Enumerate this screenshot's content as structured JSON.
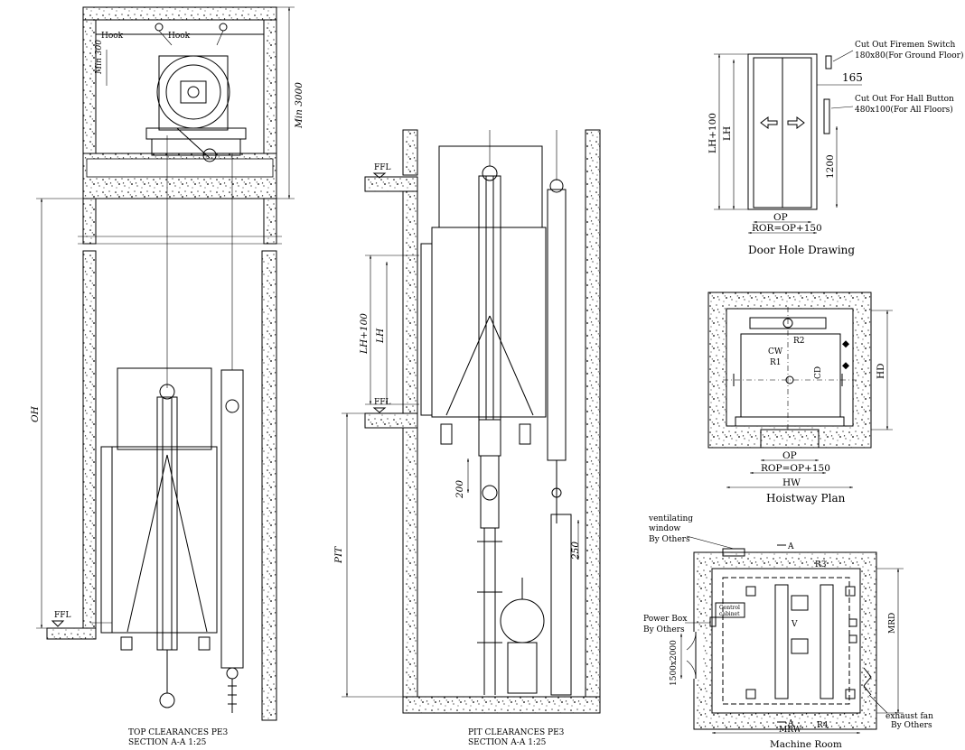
{
  "drawing_labels": {
    "top_clearances_title": "TOP CLEARANCES PE3",
    "top_section": "SECTION A-A 1:25",
    "pit_clearances_title": "PIT CLEARANCES PE3",
    "pit_section": "SECTION A-A 1:25",
    "hook_left": "Hook",
    "hook_right": "Hook",
    "min_300": "Min 300",
    "min_3000": "Min 3000",
    "oh": "OH",
    "ffl_top": "FFL",
    "ffl_pit_upper": "FFL",
    "ffl_pit_lower": "FFL",
    "lh_plus_100_pit": "LH+100",
    "lh_pit": "LH",
    "pit": "PIT",
    "dim_200": "200",
    "dim_250": "250"
  },
  "door_hole": {
    "title": "Door Hole Drawing",
    "fireman_switch_line1": "Cut Out Firemen Switch",
    "fireman_switch_line2": "180x80(For Ground Floor)",
    "hall_button_line1": "Cut Out For Hall Button",
    "hall_button_line2": "480x100(For All Floors)",
    "dim_165": "165",
    "dim_1200": "1200",
    "lh_plus_100": "LH+100",
    "lh": "LH",
    "op": "OP",
    "ror": "ROR=OP+150"
  },
  "hoistway": {
    "title": "Hoistway Plan",
    "cw": "CW",
    "cd": "CD",
    "r1": "R1",
    "r2": "R2",
    "hd": "HD",
    "hw": "HW",
    "op": "OP",
    "rop": "ROP=OP+150"
  },
  "machine_room": {
    "title": "Machine Room",
    "ventilating_line1": "ventilating",
    "ventilating_line2": "window",
    "ventilating_by": "By Others",
    "power_box": "Power Box",
    "power_box_by": "By Others",
    "control_cabinet_line1": "Control",
    "control_cabinet_line2": "cabinet",
    "dim_1500x2000": "1500x2000",
    "mrd": "MRD",
    "mrw": "MRW",
    "r3": "R3",
    "r4": "R4",
    "section_a_top": "A",
    "section_a_bottom": "A",
    "exhaust_fan": "exhaust fan",
    "exhaust_by": "By Others"
  }
}
